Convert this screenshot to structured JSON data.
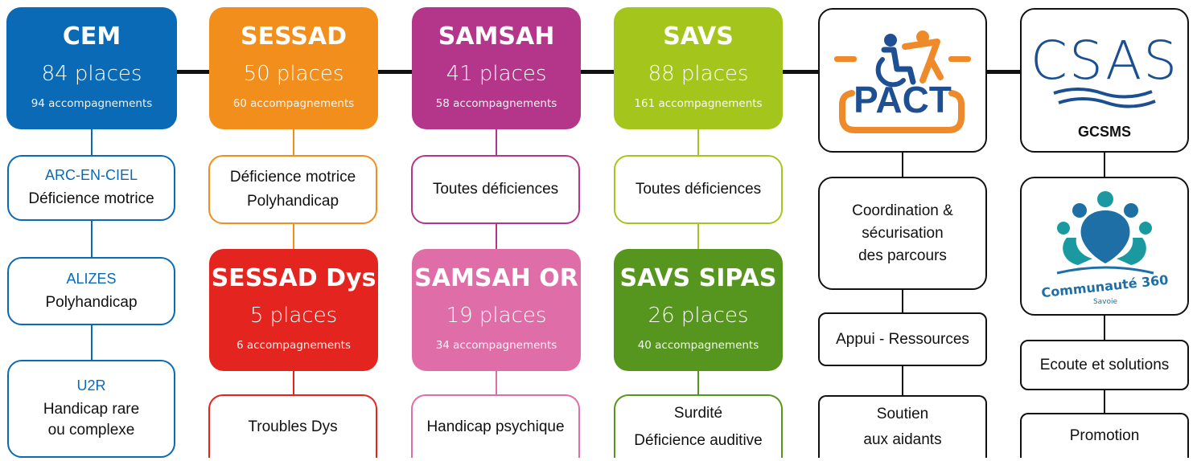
{
  "columns": [
    {
      "key": "cem",
      "color": "#0a6ab5",
      "title": "CEM",
      "places": "84 places",
      "accomp": "94 accompagnements",
      "subs": [
        {
          "name": "ARC-EN-CIEL",
          "desc": "Déficience motrice"
        },
        {
          "name": "ALIZES",
          "desc": "Polyhandicap"
        },
        {
          "name": "U2R",
          "desc": "Handicap rare\nou complexe"
        }
      ]
    },
    {
      "key": "sessad",
      "color": "#f28e1c",
      "title": "SESSAD",
      "places": "50 places",
      "accomp": "60 accompagnements",
      "desc": "Déficience motrice\nPolyhandicap",
      "second": {
        "color": "#e3241f",
        "title": "SESSAD Dys",
        "places": "5 places",
        "accomp": "6 accompagnements",
        "desc": "Troubles Dys"
      }
    },
    {
      "key": "samsah",
      "color": "#b3368a",
      "title": "SAMSAH",
      "places": "41 places",
      "accomp": "58 accompagnements",
      "desc": "Toutes déficiences",
      "second": {
        "color": "#df6da8",
        "title": "SAMSAH OR",
        "places": "19 places",
        "accomp": "34 accompagnements",
        "desc": "Handicap psychique"
      }
    },
    {
      "key": "savs",
      "color": "#a4c61c",
      "title": "SAVS",
      "places": "88 places",
      "accomp": "161 accompagnements",
      "desc": "Toutes déficiences",
      "second": {
        "color": "#56961e",
        "title": "SAVS SIPAS",
        "places": "26 places",
        "accomp": "40 accompagnements",
        "desc": "Surdité\nDéficience auditive"
      }
    }
  ],
  "pact": {
    "logo_text": "PACT",
    "items": [
      "Coordination &\nsécurisation\ndes parcours",
      "Appui - Ressources",
      "Soutien\n\naux aidants"
    ]
  },
  "csas": {
    "logo_text": "CSAS",
    "label": "GCSMS",
    "communaute_text": "Communauté 360",
    "communaute_sub": "Savoie",
    "items": [
      "Ecoute et solutions",
      "Promotion"
    ]
  },
  "colors": {
    "connector": "#111111",
    "pact_orange": "#ef8a2b",
    "pact_blue": "#1f4f93",
    "csas_blue": "#1b4f8f",
    "c360_teal": "#1a9aa0"
  }
}
